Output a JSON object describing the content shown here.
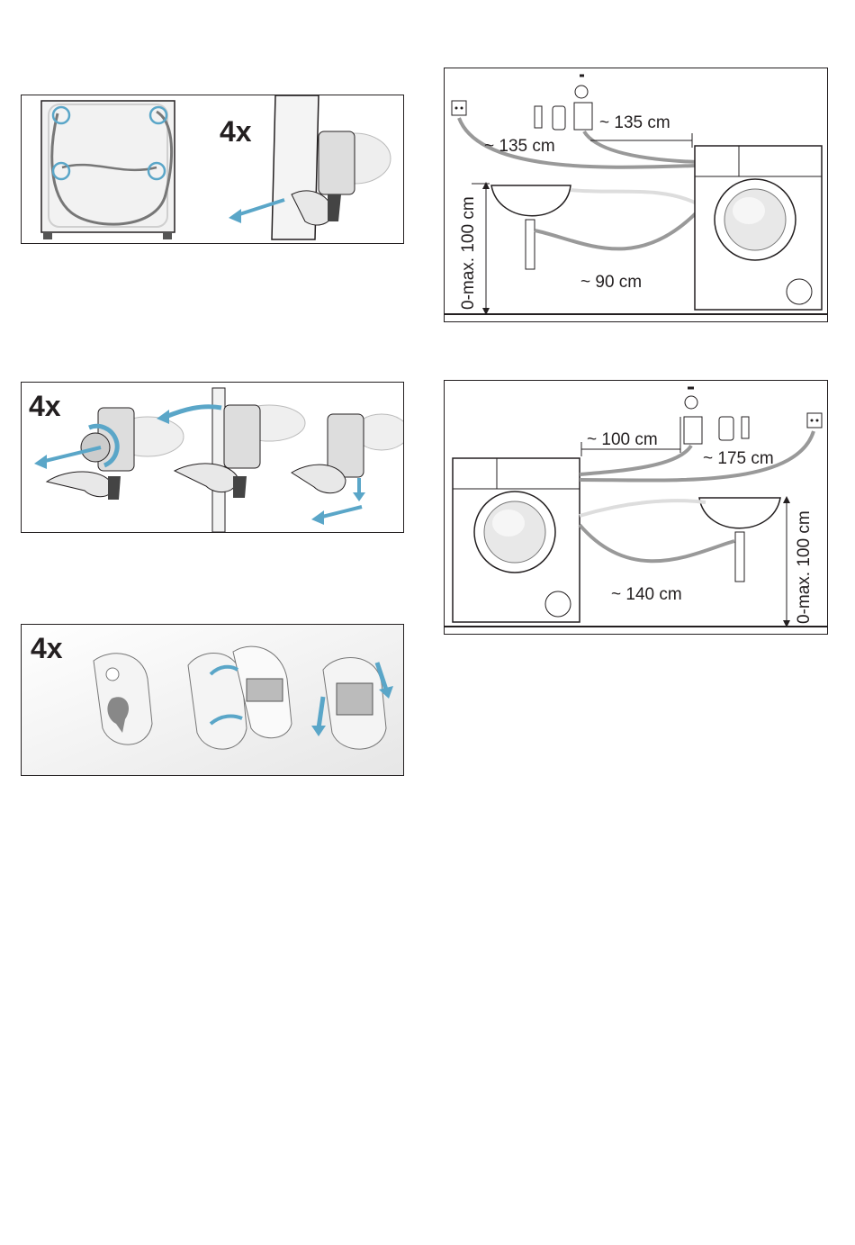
{
  "panels": {
    "bolts": {
      "count_label": "4x"
    },
    "removal": {
      "count_label": "4x"
    },
    "covers": {
      "count_label": "4x"
    },
    "install_right": {
      "drain_hose_len": "~ 135 cm",
      "supply_hose_len": "~ 135 cm",
      "drain_to_sink_len": "~ 90 cm",
      "height_label": "0-max. 100 cm"
    },
    "install_left": {
      "supply_hose_len": "~ 100 cm",
      "drain_hose_len": "~ 175 cm",
      "drain_to_sink_len": "~ 140 cm",
      "height_label": "0-max. 100 cm"
    }
  },
  "colors": {
    "accent": "#5aa6c8",
    "line": "#231f20",
    "gray": "#b9b9b9"
  }
}
